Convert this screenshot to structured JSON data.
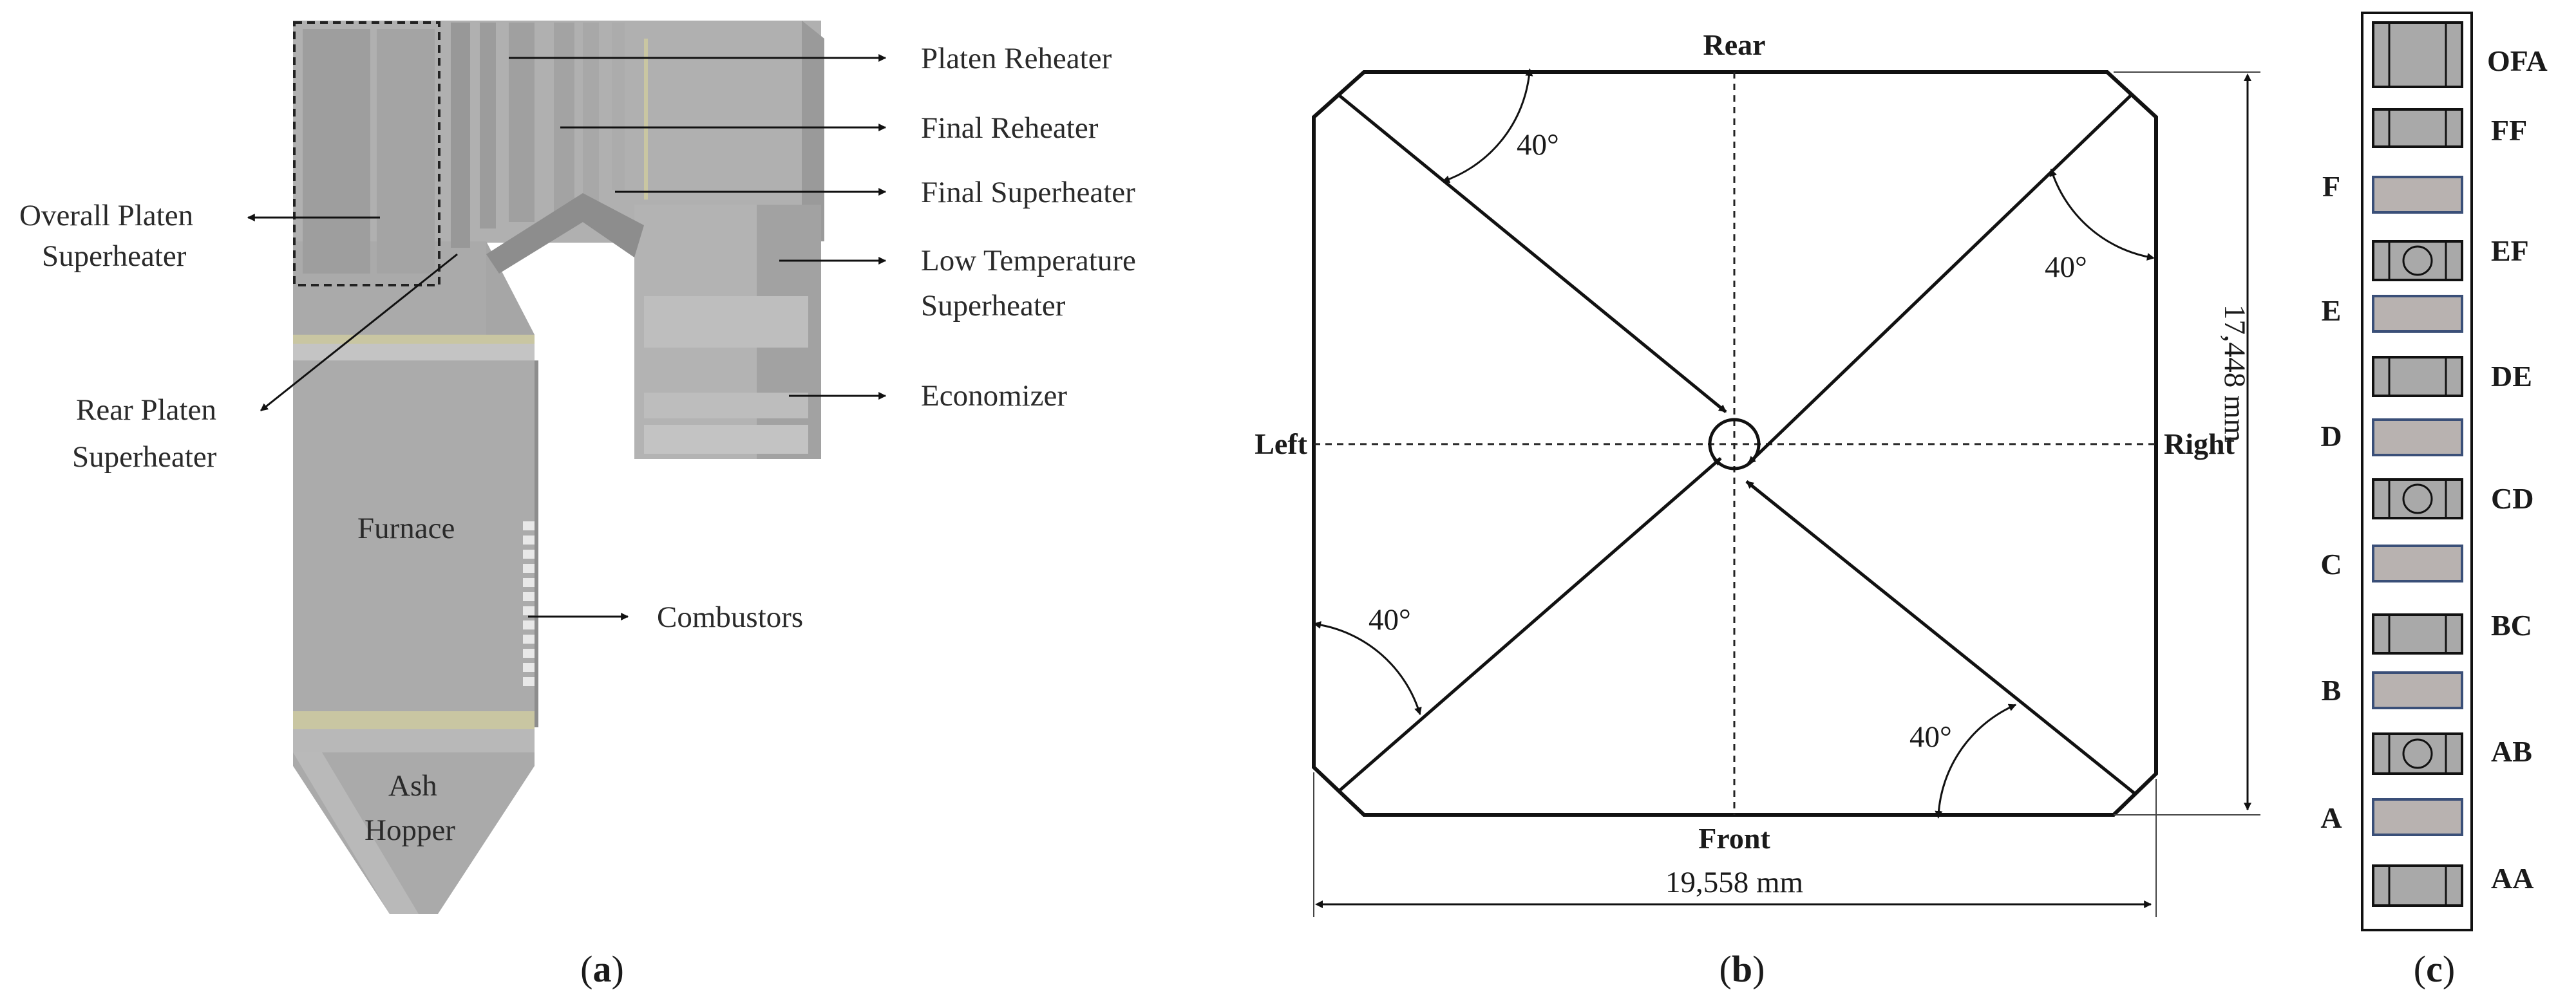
{
  "panel_a": {
    "caption_open": "(",
    "caption_letter": "a",
    "caption_close": ")",
    "labels": {
      "platen_reheater": "Platen Reheater",
      "final_reheater": "Final Reheater",
      "final_superheater": "Final Superheater",
      "low_temp_sh_line1": "Low Temperature",
      "low_temp_sh_line2": "Superheater",
      "economizer": "Economizer",
      "overall_platen_line1": "Overall Platen",
      "overall_platen_line2": "Superheater",
      "rear_platen_line1": "Rear Platen",
      "rear_platen_line2": "Superheater",
      "furnace": "Furnace",
      "combustors": "Combustors",
      "ash_line1": "Ash",
      "ash_line2": "Hopper"
    }
  },
  "panel_b": {
    "caption_open": "(",
    "caption_letter": "b",
    "caption_close": ")",
    "rear": "Rear",
    "front": "Front",
    "left": "Left",
    "right": "Right",
    "angle_label": "40°",
    "width_dimension": "19,558 mm",
    "depth_dimension": "17,448 mm"
  },
  "panel_c": {
    "caption_open": "(",
    "caption_letter": "c",
    "caption_close": ")",
    "right_labels": [
      "OFA",
      "FF",
      "EF",
      "DE",
      "CD",
      "BC",
      "AB",
      "AA"
    ],
    "left_labels": [
      "F",
      "E",
      "D",
      "C",
      "B",
      "A"
    ]
  },
  "colors": {
    "boiler_body": "#a8a8a8",
    "boiler_dark": "#8e8e8e",
    "boiler_light": "#bcbcbc",
    "accent_band": "#c9c6a2",
    "nozzle_gray": "#a9a9a9",
    "nozzle_tan": "#b8b2b0",
    "nozzle_blue_border": "#3a4f78"
  }
}
